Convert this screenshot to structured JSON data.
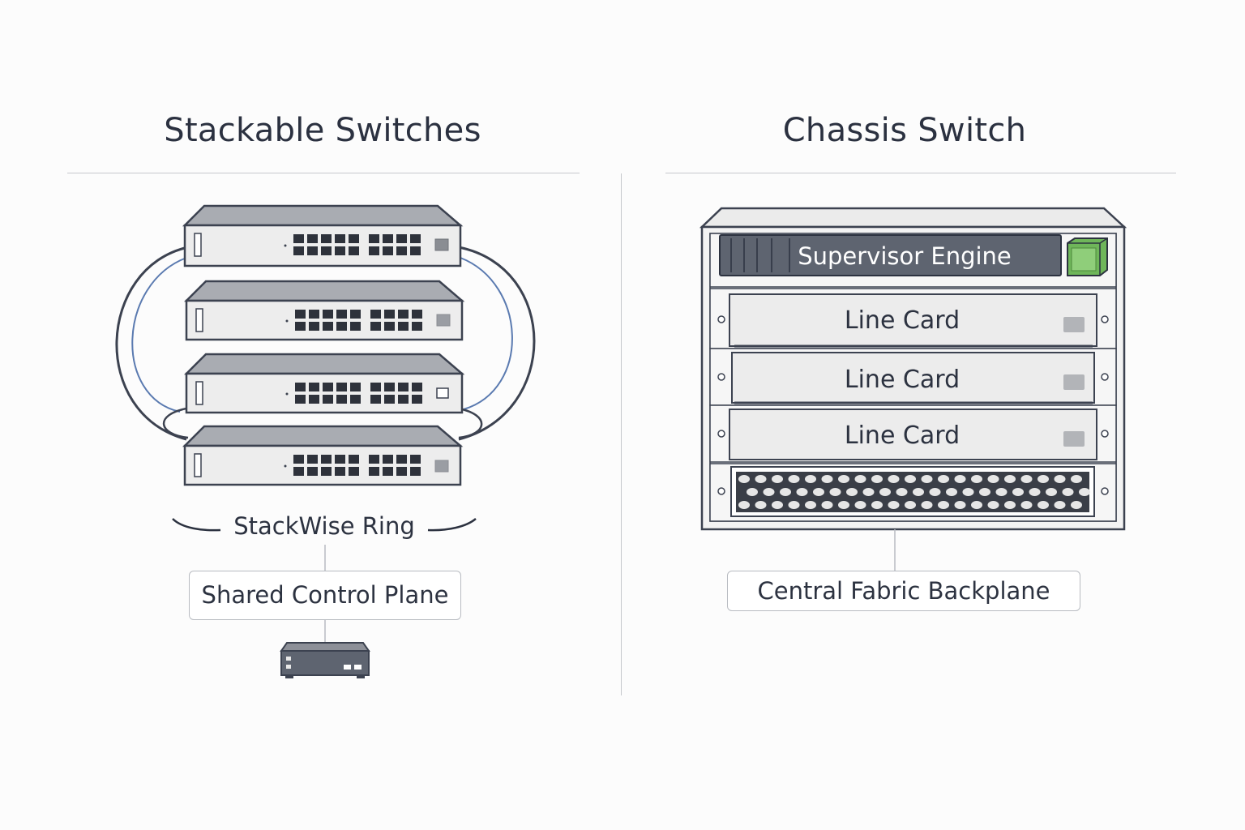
{
  "left_panel": {
    "title": "Stackable Switches",
    "ring_label": "StackWise Ring",
    "control_label": "Shared Control Plane"
  },
  "right_panel": {
    "title": "Chassis Switch",
    "supervisor_label": "Supervisor Engine",
    "line_cards": [
      "Line Card",
      "Line Card",
      "Line Card"
    ],
    "backplane_label": "Central Fabric Backplane"
  },
  "colors": {
    "text": "#2c3240",
    "device_outline": "#3c4250",
    "cable_blue": "#5a7ab0",
    "supervisor_fill": "#5e6470",
    "status_green": "#6fb65a",
    "rule": "#c6c8cc"
  }
}
